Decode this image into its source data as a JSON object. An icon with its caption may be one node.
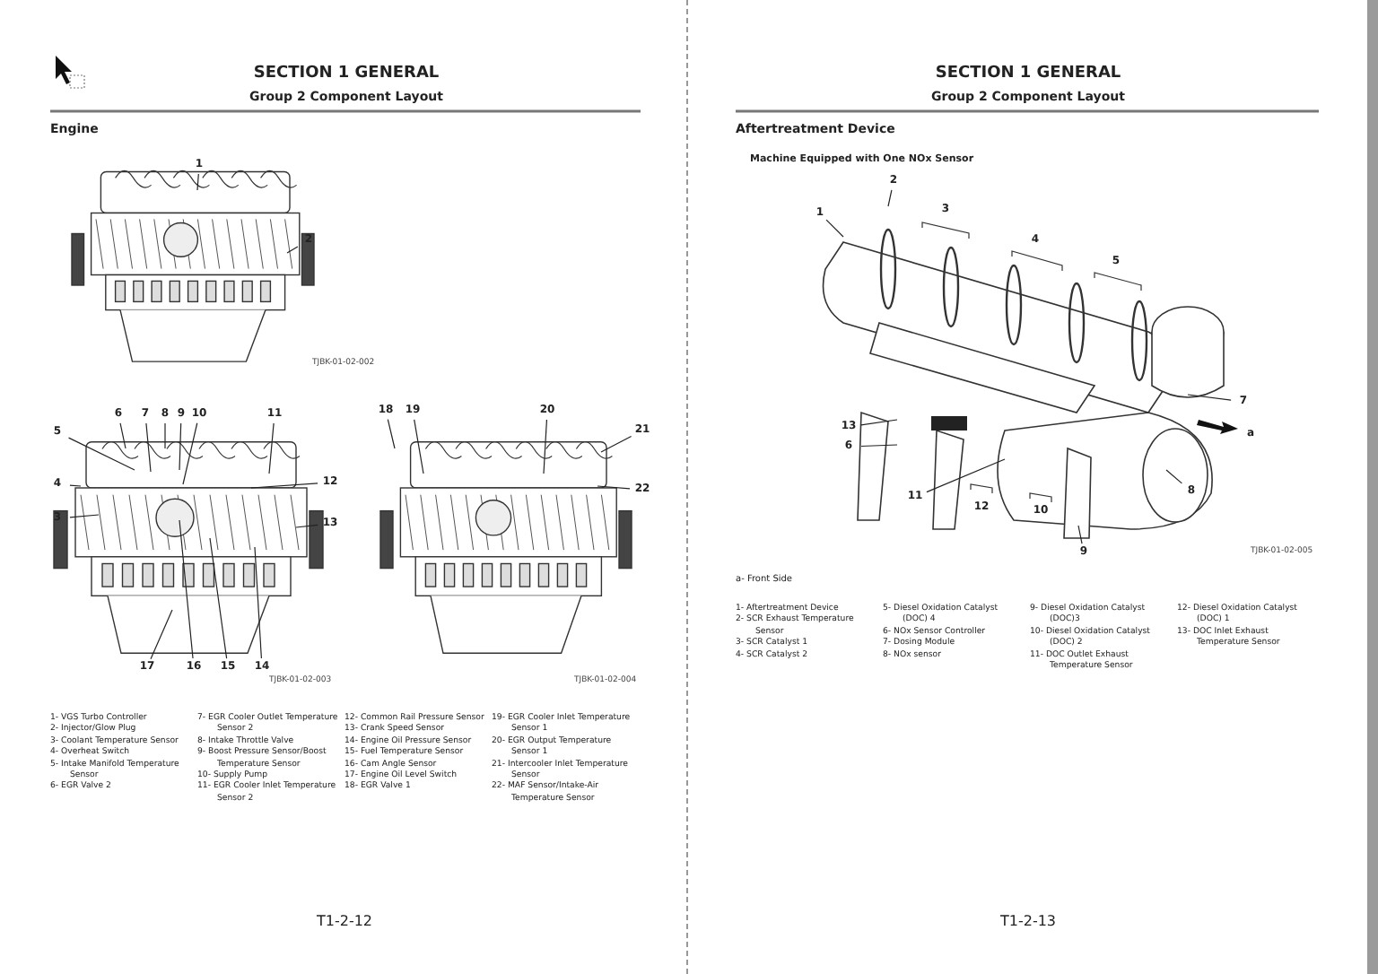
{
  "diagram": {
    "nodes": [
      {
        "text": [
          "1"
        ]
      },
      {
        "text": [
          "2"
        ]
      },
      {
        "text": [
          "3"
        ]
      },
      {
        "text": [
          "4"
        ]
      },
      {
        "text": [
          "5"
        ]
      },
      {
        "text": [
          "6"
        ]
      },
      {
        "text": [
          "7"
        ]
      },
      {
        "text": [
          "8"
        ]
      },
      {
        "text": [
          "9"
        ]
      },
      {
        "text": [
          "10"
        ]
      },
      {
        "text": [
          "11"
        ]
      },
      {
        "text": [
          "12"
        ]
      },
      {
        "text": [
          "13"
        ]
      },
      {
        "text": [
          "14"
        ]
      },
      {
        "text": [
          "15"
        ]
      },
      {
        "text": [
          "16"
        ]
      },
      {
        "text": [
          "17"
        ]
      },
      {
        "text": [
          "18"
        ]
      },
      {
        "text": [
          "19"
        ]
      },
      {
        "text": [
          "20"
        ]
      },
      {
        "text": [
          "21"
        ]
      },
      {
        "text": [
          "22"
        ]
      },
      {
        "text": [
          "1"
        ]
      },
      {
        "text": [
          "2"
        ]
      },
      {
        "text": [
          "3"
        ]
      },
      {
        "text": [
          "4"
        ]
      },
      {
        "text": [
          "5"
        ]
      },
      {
        "text": [
          "6"
        ]
      },
      {
        "text": [
          "7"
        ]
      },
      {
        "text": [
          "8"
        ]
      },
      {
        "text": [
          "9"
        ]
      },
      {
        "text": [
          "10"
        ]
      },
      {
        "text": [
          "11"
        ]
      },
      {
        "text": [
          "12"
        ]
      },
      {
        "text": [
          "13"
        ]
      }
    ],
    "edges": [
      {
        "from": 0,
        "to": null,
        "arrow": "none"
      },
      {
        "from": 1,
        "to": null,
        "arrow": "none"
      },
      {
        "from": 2,
        "to": null,
        "arrow": "none"
      },
      {
        "from": 3,
        "to": null,
        "arrow": "none"
      },
      {
        "from": 4,
        "to": null,
        "arrow": "none"
      },
      {
        "from": 5,
        "to": null,
        "arrow": "none"
      },
      {
        "from": 6,
        "to": null,
        "arrow": "none"
      },
      {
        "from": 7,
        "to": null,
        "arrow": "none"
      },
      {
        "from": 8,
        "to": null,
        "arrow": "none"
      },
      {
        "from": 9,
        "to": null,
        "arrow": "none"
      },
      {
        "from": 10,
        "to": null,
        "arrow": "none"
      },
      {
        "from": 11,
        "to": null,
        "arrow": "none"
      },
      {
        "from": 12,
        "to": null,
        "arrow": "none"
      },
      {
        "from": 13,
        "to": null,
        "arrow": "none"
      },
      {
        "from": 14,
        "to": null,
        "arrow": "none"
      },
      {
        "from": 15,
        "to": null,
        "arrow": "none"
      },
      {
        "from": 16,
        "to": null,
        "arrow": "none"
      },
      {
        "from": 17,
        "to": null,
        "arrow": "none"
      },
      {
        "from": 18,
        "to": null,
        "arrow": "none"
      },
      {
        "from": 19,
        "to": null,
        "arrow": "none"
      },
      {
        "from": 20,
        "to": null,
        "arrow": "none"
      },
      {
        "from": 21,
        "to": null,
        "arrow": "none"
      },
      {
        "from": 22,
        "to": null,
        "arrow": "none"
      },
      {
        "from": 23,
        "to": null,
        "arrow": "none"
      },
      {
        "from": 27,
        "to": null,
        "arrow": "none"
      },
      {
        "from": 28,
        "to": null,
        "arrow": "none"
      },
      {
        "from": 29,
        "to": null,
        "arrow": "none"
      },
      {
        "from": 30,
        "to": null,
        "arrow": "none"
      },
      {
        "from": 32,
        "to": null,
        "arrow": "none"
      },
      {
        "from": 34,
        "to": null,
        "arrow": "none"
      }
    ],
    "labels": [
      "SECTION 1 GENERAL",
      "Group 2 Component Layout",
      "Engine",
      "TJBK-01-02-002",
      "TJBK-01-02-003",
      "TJBK-01-02-004",
      "1- VGS Turbo Controller",
      "2- Injector/Glow Plug",
      "3- Coolant Temperature Sensor",
      "4- Overheat Switch",
      "5- Intake Manifold Temperature Sensor",
      "6- EGR Valve 2",
      "7- EGR Cooler Outlet Temperature Sensor 2",
      "8- Intake Throttle Valve",
      "9- Boost Pressure Sensor/Boost Temperature Sensor",
      "10- Supply Pump",
      "11- EGR Cooler Inlet Temperature Sensor 2",
      "12- Common Rail Pressure Sensor",
      "13- Crank Speed Sensor",
      "14- Engine Oil Pressure Sensor",
      "15- Fuel Temperature Sensor",
      "16- Cam Angle Sensor",
      "17- Engine Oil Level Switch",
      "18- EGR Valve 1",
      "19- EGR Cooler Inlet Temperature Sensor 1",
      "20- EGR Output Temperature Sensor 1",
      "21- Intercooler Inlet Temperature Sensor",
      "22- MAF Sensor/Intake-Air Temperature Sensor",
      "T1-2-12",
      "SECTION 1 GENERAL",
      "Group 2 Component Layout",
      "Aftertreatment Device",
      "Machine Equipped with One NOx Sensor",
      "a",
      "TJBK-01-02-005",
      "a- Front Side",
      "1- Aftertreatment Device",
      "2- SCR Exhaust Temperature Sensor",
      "3- SCR Catalyst 1",
      "4- SCR Catalyst 2",
      "5- Diesel Oxidation Catalyst (DOC) 4",
      "6- NOx Sensor Controller",
      "7- Dosing Module",
      "8- NOx sensor",
      "9- Diesel Oxidation Catalyst (DOC)3",
      "10- Diesel Oxidation Catalyst (DOC) 2",
      "11- DOC Outlet Exhaust Temperature Sensor",
      "12- Diesel Oxidation Catalyst (DOC) 1",
      "13- DOC Inlet Exhaust Temperature Sensor",
      "T1-2-13"
    ]
  }
}
